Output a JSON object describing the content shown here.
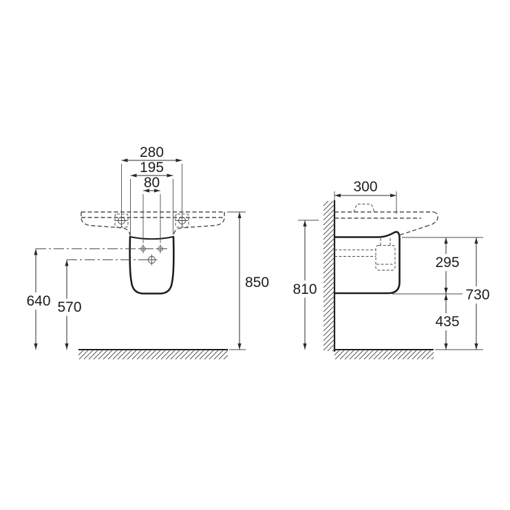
{
  "colors": {
    "ink": "#1d1d1d",
    "line": "#4a4a4a",
    "background": "#ffffff"
  },
  "front_view": {
    "dim_280": "280",
    "dim_195": "195",
    "dim_80": "80",
    "dim_850": "850",
    "dim_640": "640",
    "dim_570": "570"
  },
  "side_view": {
    "dim_300": "300",
    "dim_810": "810",
    "dim_295": "295",
    "dim_435": "435",
    "dim_730": "730"
  }
}
